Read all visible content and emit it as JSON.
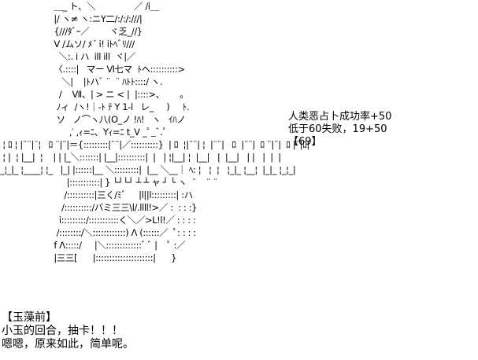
{
  "art": {
    "lines": [
      "                     ＿_ ト、＼               ／ /i＿",
      "                     |/ ヽ≠ ヽ:ニY二/:/:/:///|",
      "                     {///ﾀﾞｰ／        ヾ乏_//}",
      "                     V /ムソ/ ﾒ´ i! iﾄﾍﾞﾘ///",
      "                       ＼:. i ハ  ill ill  ヾ|／",
      "                     〈.::::|   マー Ⅵ七マ  ﾄヘ::::::::::>",
      "                        ＼|    |ﾄハﾞ ¨  ¨ ﾊﾄﾄ::::/ ヽ.",
      "                       /    Ⅶ、| > ニ < |  |::::>、      ｡",
      "                      ﾉィ  /ヽ!｜-ﾄ ﾃ Y 1-l   レ_     )     ﾄ.",
      "                      ソ   ノ⌒ヽ八(O_ノ !ﾊ!   ヽ   ｲﾊノ",
      "                           ,′ ,ｨ=ﾆ、Yｨ=ﾆ t_V _ﾟ_ﾞ.ﾟ",
      " ¦ ﾛ ¦ |¨¨|¨¦   ﾛ ¨|¨|＝{:::::::::|¨¨|／::::::::::}  | ﾛ  ¦|¨¨| ¦  |¨¨|   ﾛ  |¨¨|  ﾛ ¨|¨|  ﾛ |¨|ﾛ|",
      " ¦ |  ¦ |__|  ¦    | | |_＼:::::::| |__|::::::::::|  |   | ¦|__| ¦  |__|   |  |__|   | |   |  |  |",
      "_¦_|_ ¦____¦ ¦_   |_| |::::::|__ ＼:::::::::|  |__ ＼__｜ ﾍ: ¦   ¦  ¦   ¦_|_ ¦__¦  |_|_ ¦_¦_|",
      "                          |:::::::::::| } └┘└┘ ┴ ┴ ャ ┘ └ ヽ  ¨    ¨ ¨",
      "                         /::::::::::|三く/ﾐﾞ     |l||l:::::::::| :ハ",
      "                        /::::::::::/バミ三三\\l/.llll!>／ :  : : :}",
      "                       i:::::::::/:::::::::::く＼／>L!l!／ : : : :",
      "                      /::::::::/＼::::::::::::) Λ (::::::／  ﾟ: : : :",
      "                     f Λ:::::/     |＼:::::::::::::ﾞ ﾞ |    ﾟ :／",
      "                     |三三[      |:::::::::::::::::::::|      }"
    ]
  },
  "side_text": {
    "line1": "人类恶占卜成功率+50",
    "line2": "低于60失败，19+50",
    "line3": "【69】"
  },
  "dialogue": {
    "speaker": "【玉藻前】",
    "line1": "小玉的回合，抽卡！！！",
    "line2": "嗯嗯，原来如此，简单呢。"
  }
}
